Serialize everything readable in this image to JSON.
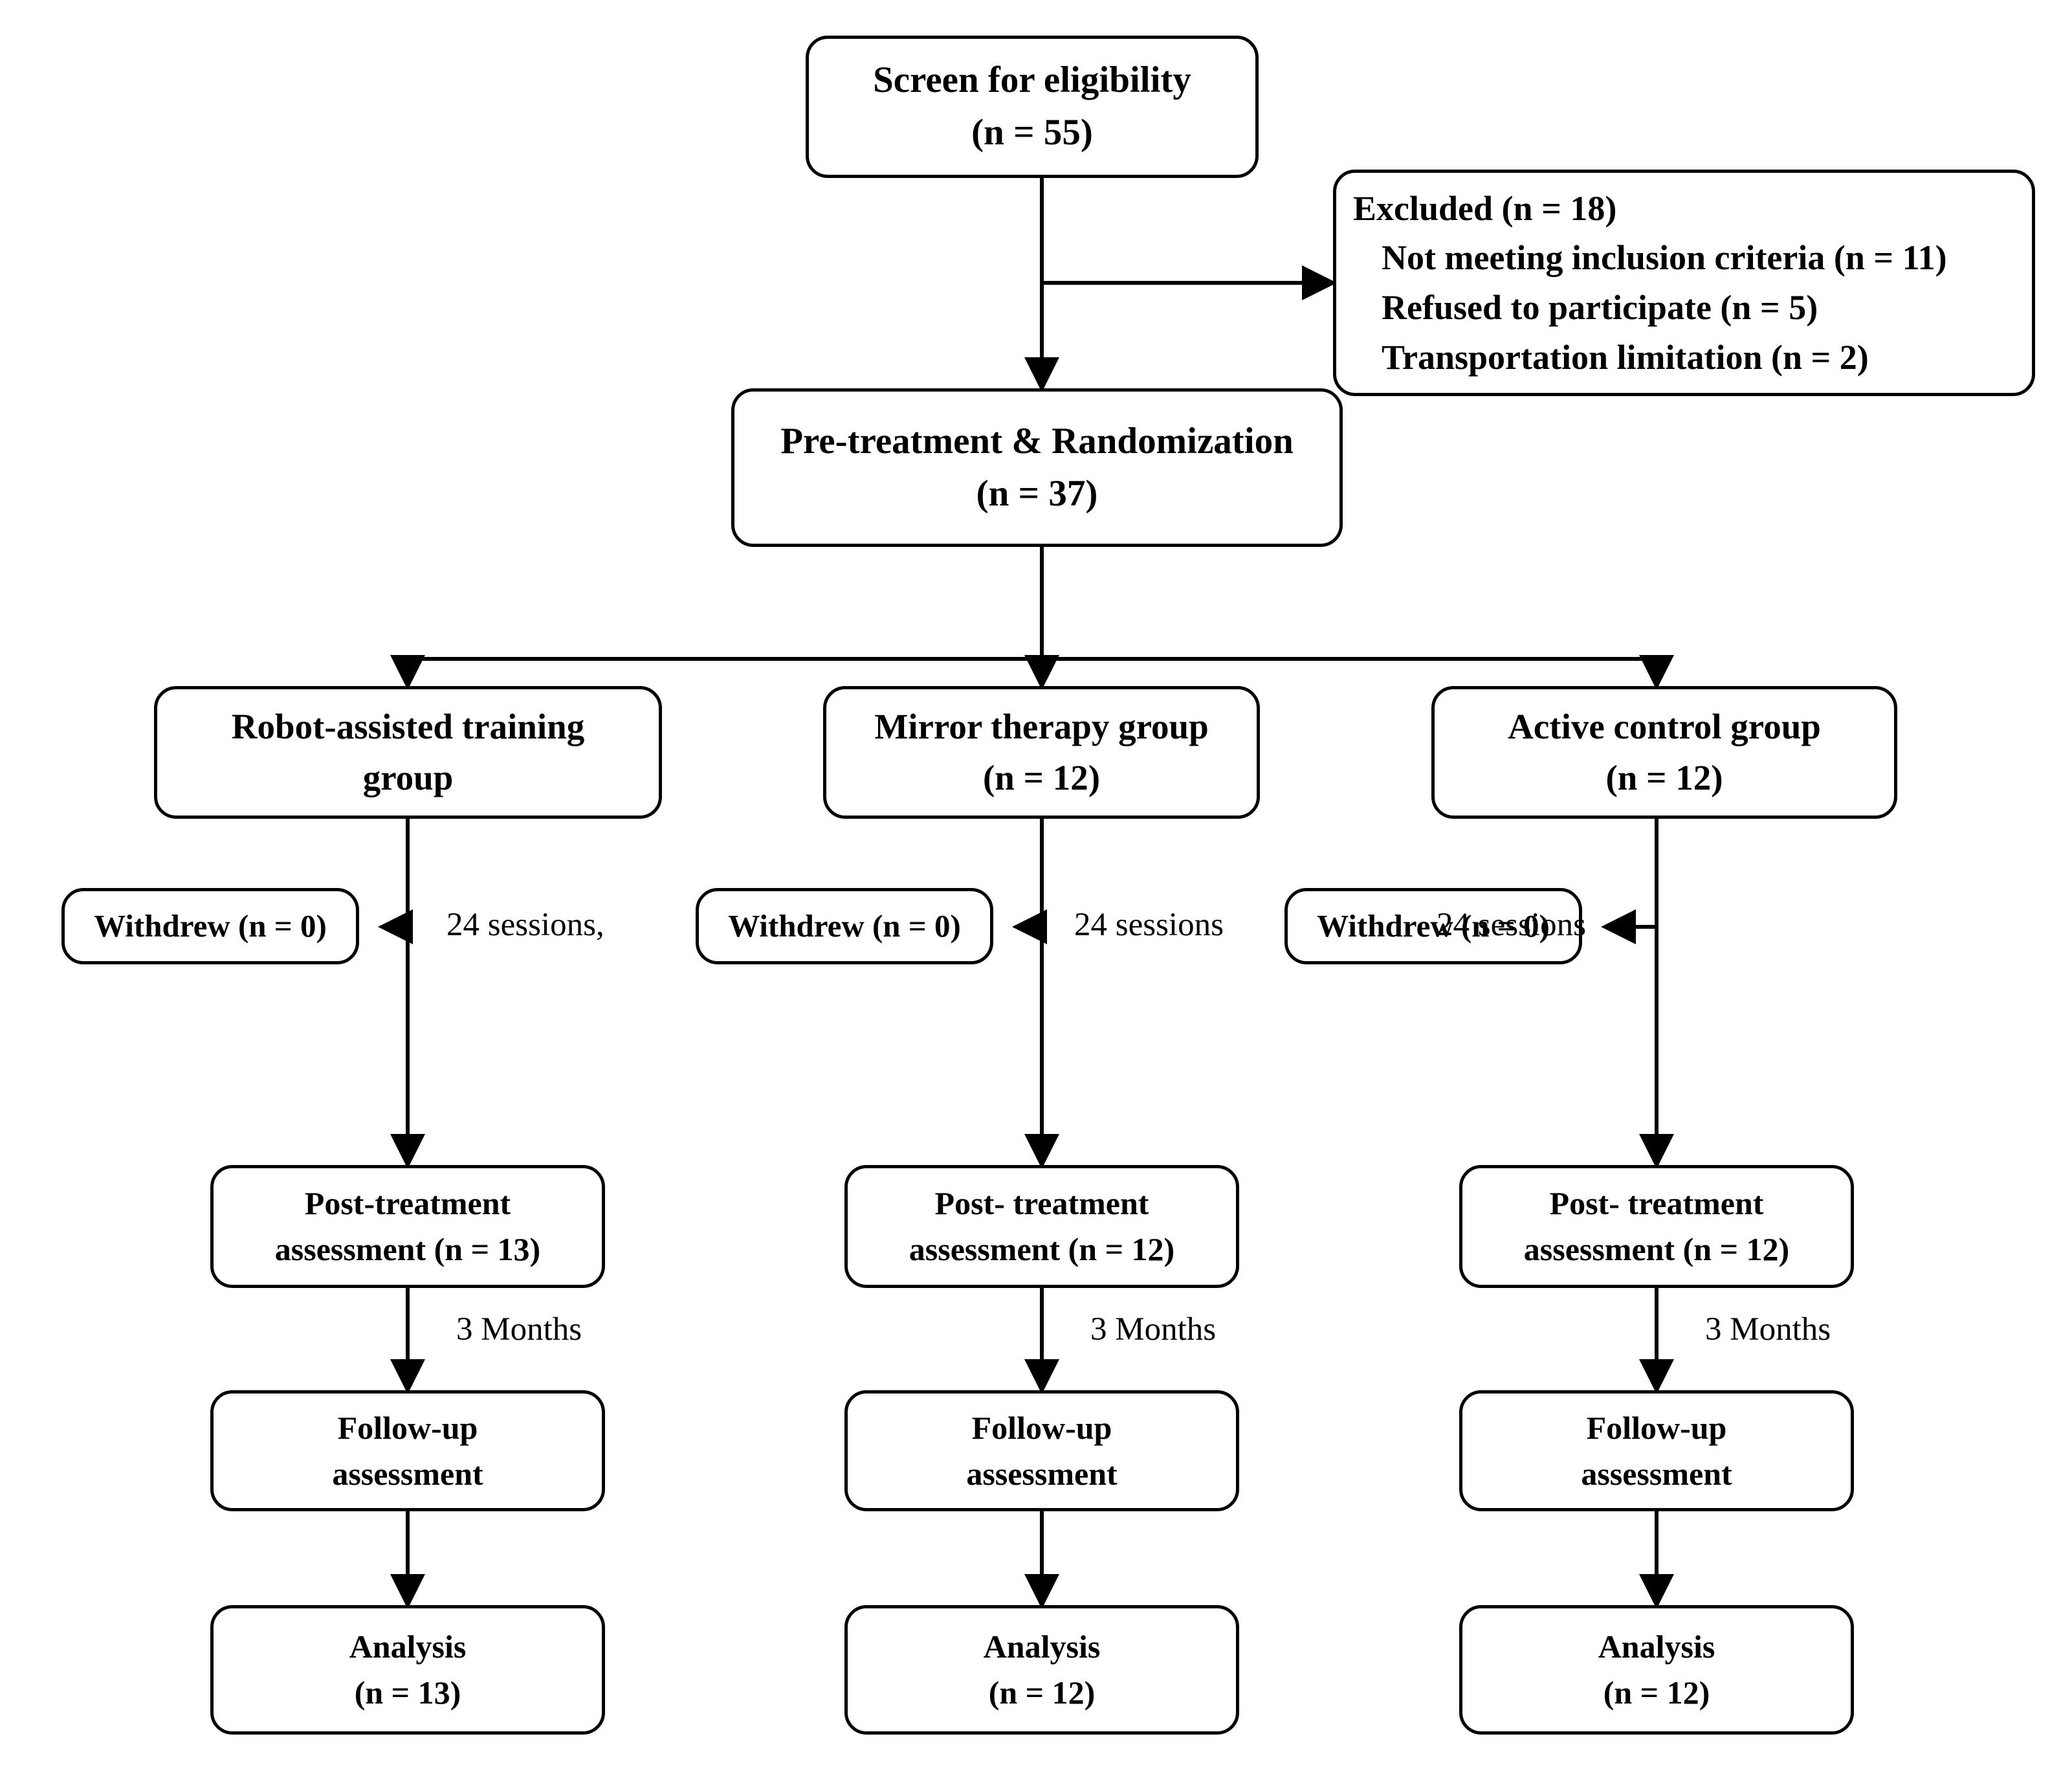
{
  "diagram": {
    "title": "CONSORT participant flow diagram",
    "type": "flowchart",
    "stroke_color": "#000000",
    "background_color": "#ffffff"
  },
  "nodes": {
    "screen": {
      "name": "Screen for eligibility",
      "line1": "Screen for eligibility",
      "line2": "(n = 55)"
    },
    "excluded": {
      "line1": "Excluded (n = 18)",
      "line2": "Not meeting inclusion criteria (n = 11)",
      "line3": "Refused to participate (n = 5)",
      "line4": "Transportation limitation (n = 2)"
    },
    "randomization": {
      "line1": "Pre-treatment & Randomization",
      "line2": "(n = 37)"
    },
    "group_robot": {
      "line1": "Robot-assisted training",
      "line2": "group"
    },
    "group_mirror": {
      "line1": "Mirror therapy group",
      "line2": "(n = 12)"
    },
    "group_control": {
      "line1": "Active control group",
      "line2": "(n = 12)"
    },
    "withdrew_robot": {
      "line1": "Withdrew (n = 0)"
    },
    "withdrew_mirror": {
      "line1": "Withdrew (n = 0)"
    },
    "withdrew_control": {
      "line1": "Withdrew (n = 0)"
    },
    "post_robot": {
      "line1": "Post-treatment",
      "line2": "assessment (n = 13)"
    },
    "post_mirror": {
      "line1": "Post- treatment",
      "line2": "assessment (n = 12)"
    },
    "post_control": {
      "line1": "Post- treatment",
      "line2": "assessment (n = 12)"
    },
    "followup_robot": {
      "line1": "Follow-up",
      "line2": "assessment"
    },
    "followup_mirror": {
      "line1": "Follow-up",
      "line2": "assessment"
    },
    "followup_control": {
      "line1": "Follow-up",
      "line2": "assessment"
    },
    "analysis_robot": {
      "line1": "Analysis",
      "line2": "(n = 13)"
    },
    "analysis_mirror": {
      "line1": "Analysis",
      "line2": "(n = 12)"
    },
    "analysis_control": {
      "line1": "Analysis",
      "line2": "(n = 12)"
    }
  },
  "edge_labels": {
    "sessions_robot": "24 sessions,",
    "sessions_mirror": "24 sessions",
    "sessions_control": "24 sessions",
    "months_robot": "3 Months",
    "months_mirror": "3 Months",
    "months_control": "3 Months"
  },
  "chart_data": {
    "type": "flow",
    "title": "CONSORT participant flow diagram",
    "stages": [
      {
        "stage": "Screened",
        "label": "Screen for eligibility",
        "n": 55
      },
      {
        "stage": "Excluded",
        "label": "Excluded",
        "n": 18,
        "reasons": [
          {
            "reason": "Not meeting inclusion criteria",
            "n": 11
          },
          {
            "reason": "Refused to participate",
            "n": 5
          },
          {
            "reason": "Transportation limitation",
            "n": 2
          }
        ]
      },
      {
        "stage": "Randomized",
        "label": "Pre-treatment & Randomization",
        "n": 37
      }
    ],
    "arms": [
      {
        "name": "Robot-assisted training group",
        "allocated_n": null,
        "withdrew_n": 0,
        "sessions": "24 sessions,",
        "post_treatment_n": 13,
        "followup_interval": "3 Months",
        "followup_n": null,
        "analysis_n": 13
      },
      {
        "name": "Mirror therapy group",
        "allocated_n": 12,
        "withdrew_n": 0,
        "sessions": "24 sessions",
        "post_treatment_n": 12,
        "followup_interval": "3 Months",
        "followup_n": null,
        "analysis_n": 12
      },
      {
        "name": "Active control group",
        "allocated_n": 12,
        "withdrew_n": 0,
        "sessions": "24 sessions",
        "post_treatment_n": 12,
        "followup_interval": "3 Months",
        "followup_n": null,
        "analysis_n": 12
      }
    ]
  }
}
